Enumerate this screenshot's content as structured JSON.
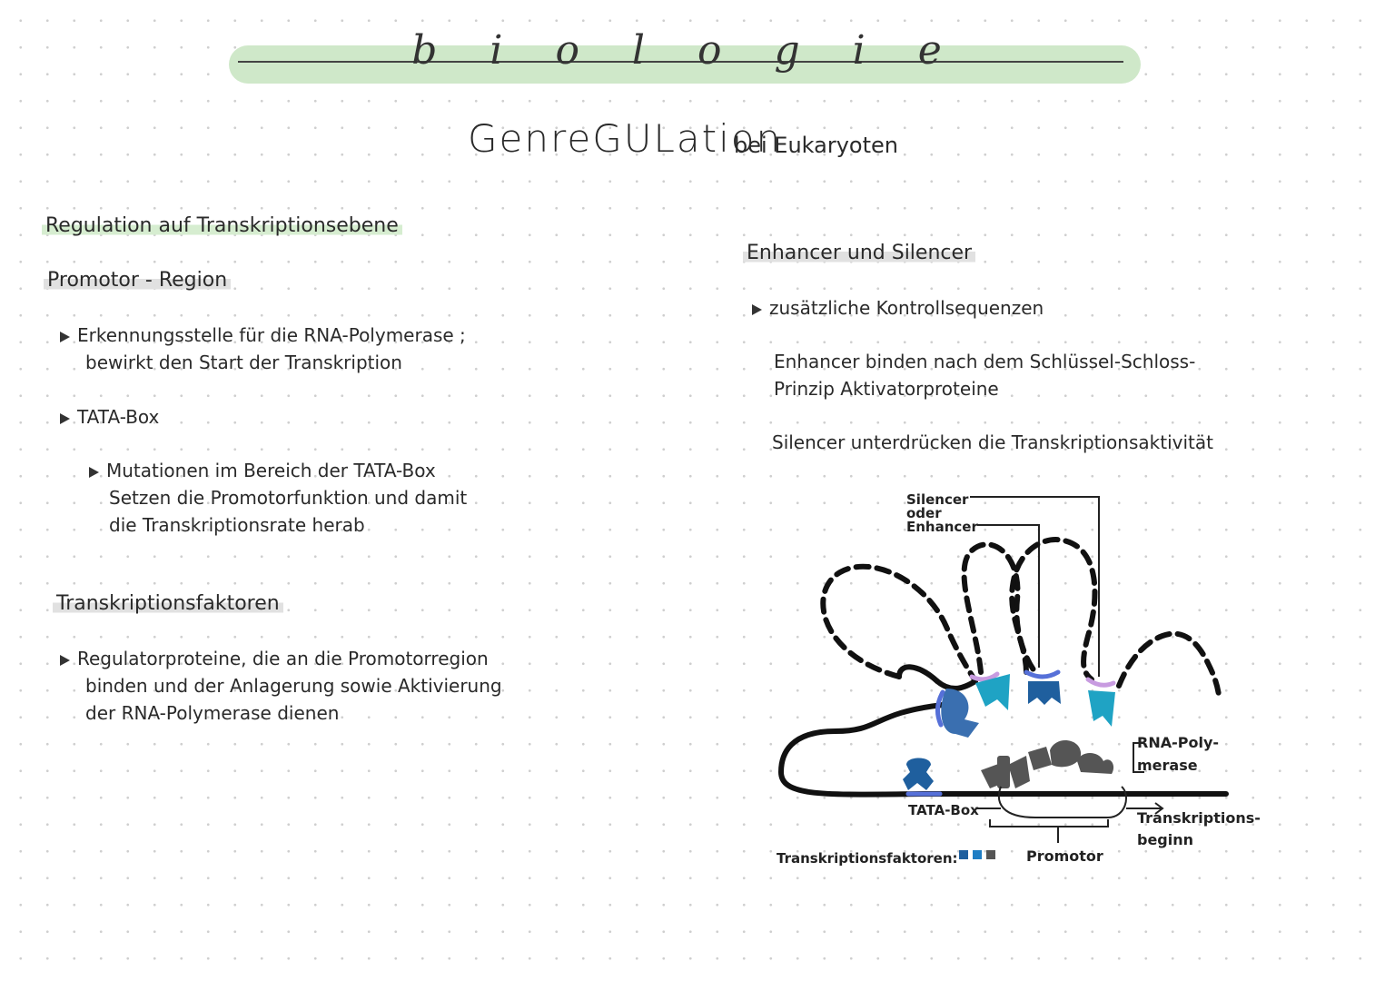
{
  "banner": {
    "subject": "biologie"
  },
  "title": {
    "main": "GenreGULation",
    "sub": "bei Eukaryoten"
  },
  "left": {
    "section1_heading": "Regulation auf Transkriptionsebene",
    "promotor_heading": "Promotor - Region",
    "bullet1_line1": "Erkennungsstelle für die RNA-Polymerase ;",
    "bullet1_line2": "bewirkt den Start der Transkription",
    "bullet2": "TATA-Box",
    "sub_bullet_line1": "Mutationen im Bereich der TATA-Box",
    "sub_bullet_line2": "Setzen die Promotorfunktion und damit",
    "sub_bullet_line3": "die Transkriptionsrate herab",
    "tf_heading": "Transkriptionsfaktoren",
    "tf_line1": "Regulatorproteine, die an die Promotorregion",
    "tf_line2": "binden und der Anlagerung sowie Aktivierung",
    "tf_line3": "der RNA-Polymerase dienen"
  },
  "right": {
    "heading": "Enhancer und Silencer",
    "bullet": "zusätzliche Kontrollsequenzen",
    "enhancer_line1": "Enhancer binden nach dem Schlüssel-Schloss-",
    "enhancer_line2": "Prinzip Aktivatorproteine",
    "silencer_line": "Silencer unterdrücken die Transkriptionsaktivität"
  },
  "diagram": {
    "label_silencer": "Silencer",
    "label_oder": "oder",
    "label_enhancer": "Enhancer",
    "label_rna_1": "RNA-Poly-",
    "label_rna_2": "merase",
    "label_tata": "TATA-Box",
    "label_start_1": "Transkriptions-",
    "label_start_2": "beginn",
    "label_promotor": "Promotor",
    "label_tf": "Transkriptionsfaktoren:",
    "colors": {
      "dark_blue": "#1f5f9e",
      "mid_blue": "#3a6fb0",
      "cyan": "#1fa3c4",
      "grey": "#555555",
      "violet": "#c89be0",
      "link_blue": "#5670d8"
    }
  }
}
